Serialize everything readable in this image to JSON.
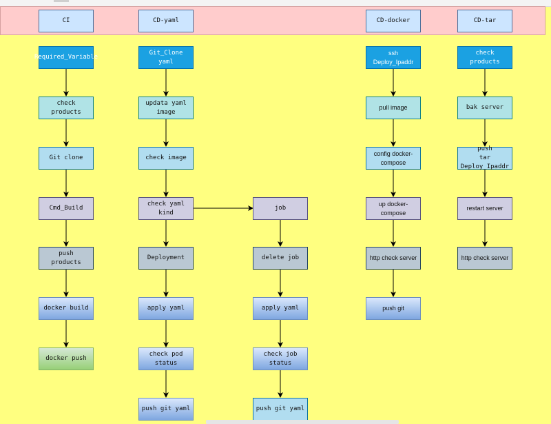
{
  "columns": [
    {
      "id": "ci",
      "label": "CI"
    },
    {
      "id": "cd_yaml",
      "label": "CD-yaml"
    },
    {
      "id": "cd_docker",
      "label": "CD-docker"
    },
    {
      "id": "cd_tar",
      "label": "CD-tar"
    }
  ],
  "nodes": {
    "ci_required_variable": "Required_Variable",
    "ci_check_products": "check products",
    "ci_git_clone": "Git clone",
    "ci_cmd_build": "Cmd_Build",
    "ci_push_products": "push\nproducts",
    "ci_docker_build": "docker build",
    "ci_docker_push": "docker push",
    "yaml_git_clone": "Git_Clone yaml",
    "yaml_updata_image": "updata yaml\nimage",
    "yaml_check_image": "check image",
    "yaml_check_kind": "check yaml\nkind",
    "yaml_deployment": "Deployment",
    "yaml_apply_yaml": "apply yaml",
    "yaml_check_pod_status": "check pod\nstatus",
    "yaml_push_git_yaml": "push git yaml",
    "job_job": "job",
    "job_delete_job": "delete job",
    "job_apply_yaml": "apply yaml",
    "job_check_job_status": "check job status",
    "job_push_git_yaml": "push git yaml",
    "docker_ssh_deploy": "ssh Deploy_Ipaddr",
    "docker_pull_image": "pull image",
    "docker_config_compose": "config docker-\ncompose",
    "docker_up_compose": "up docker-compose",
    "docker_http_check": "http check server",
    "docker_push_git": "push git",
    "tar_check_products": "check products",
    "tar_bak_server": "bak server",
    "tar_push_deploy": "push\ntar  Deploy_Ipaddr",
    "tar_restart_server": "restart server",
    "tar_http_check": "http check server"
  },
  "colors": {
    "background": "#ffff80",
    "header_band": "#ffcccc",
    "arrow": "#000000"
  }
}
